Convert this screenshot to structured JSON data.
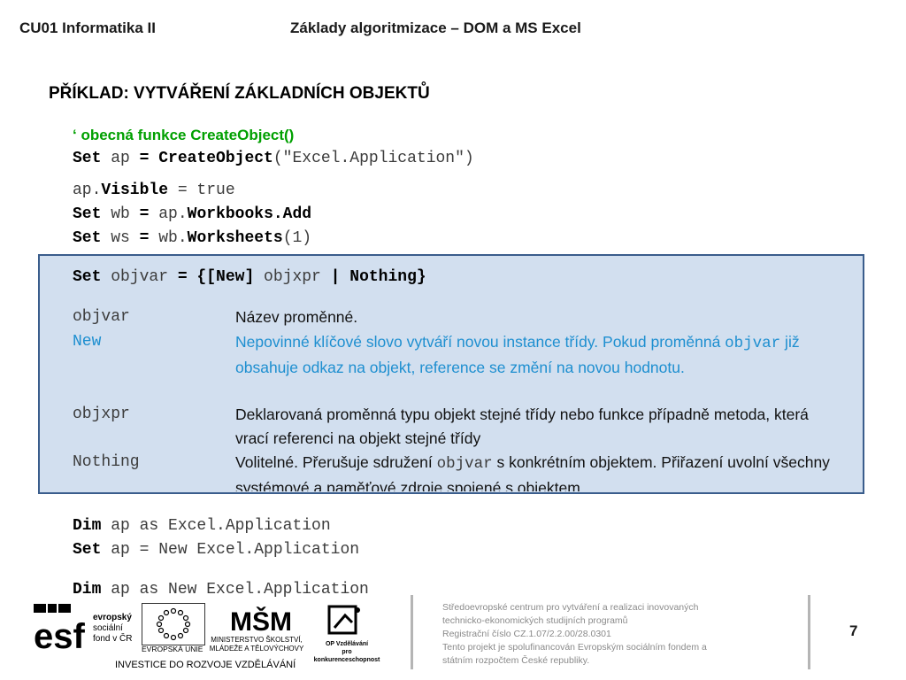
{
  "header": {
    "left": "CU01 Informatika II",
    "right": "Základy algoritmizace – DOM a MS Excel"
  },
  "heading": "PŘÍKLAD: VYTVÁŘENÍ ZÁKLADNÍCH OBJEKTŮ",
  "comment": "‘ obecná funkce CreateObject()",
  "code_top": {
    "l1_kw": "Set",
    "l1_rest": " ap ",
    "l1_eq": "=",
    "l1_fn": " CreateObject",
    "l1_arg": "(\"Excel.Application\")",
    "l2_a": "ap.",
    "l2_b": "Visible",
    "l2_c": " = true",
    "l3_kw": "Set",
    "l3_a": " wb ",
    "l3_eq": "=",
    "l3_b": " ap.",
    "l3_c": "Workbooks.Add",
    "l4_kw": "Set",
    "l4_a": " ws ",
    "l4_eq": "=",
    "l4_b": " wb.",
    "l4_c": "Worksheets",
    "l4_d": "(1)"
  },
  "syntax": {
    "kw": "Set",
    "a": " objvar ",
    "b": "= {[New]",
    "c": " objxpr ",
    "d": "| Nothing}"
  },
  "definitions": {
    "t1": "objvar",
    "d1": "Název proměnné.",
    "t2": "New",
    "d2_a": "Nepovinné klíčové slovo vytváří novou instance třídy. Pokud   proměnná ",
    "d2_code": "objvar",
    "d2_b": " již obsahuje odkaz na objekt, reference se změní na novou hodnotu.",
    "t3": "objxpr",
    "d3": "Deklarovaná proměnná typu objekt stejné třídy nebo funkce případně metoda, která vrací referenci na objekt stejné třídy",
    "t4": "Nothing",
    "d4_a": "Volitelné. Přerušuje sdružení ",
    "d4_code": "objvar",
    "d4_b": " s konkrétním objektem. Přiřazení uvolní všechny systémové a paměťové zdroje spojené s objektem."
  },
  "code_bottom": {
    "l1_kw": "Dim",
    "l1_rest": " ap as Excel.Application",
    "l2_kw": "Set",
    "l2_rest": " ap = New Excel.Application",
    "l3_kw": "Dim",
    "l3_rest": " ap as New Excel.Application"
  },
  "footer": {
    "line1": "Středoevropské centrum pro vytváření a realizaci inovovaných",
    "line2": "technicko-ekonomických studijních programů",
    "line3": "Registrační číslo CZ.1.07/2.2.00/28.0301",
    "line4": "Tento projekt je spolufinancován Evropským sociálním fondem a",
    "line5": "státním rozpočtem České republiky.",
    "page": "7"
  },
  "logos": {
    "esf_letters": "esf",
    "esf_l1": "evropský",
    "esf_l2": "sociální",
    "esf_l3": "fond v ČR",
    "eu_label": "EVROPSKÁ UNIE",
    "msmt_letters": "MŠMT",
    "msmt_l1": "MINISTERSTVO ŠKOLSTVÍ,",
    "msmt_l2": "MLÁDEŽE A TĚLOVÝCHOVY",
    "op_l1": "OP Vzdělávání",
    "op_l2": "pro konkurenceschopnost",
    "invest": "INVESTICE DO ROZVOJE VZDĚLÁVÁNÍ"
  }
}
